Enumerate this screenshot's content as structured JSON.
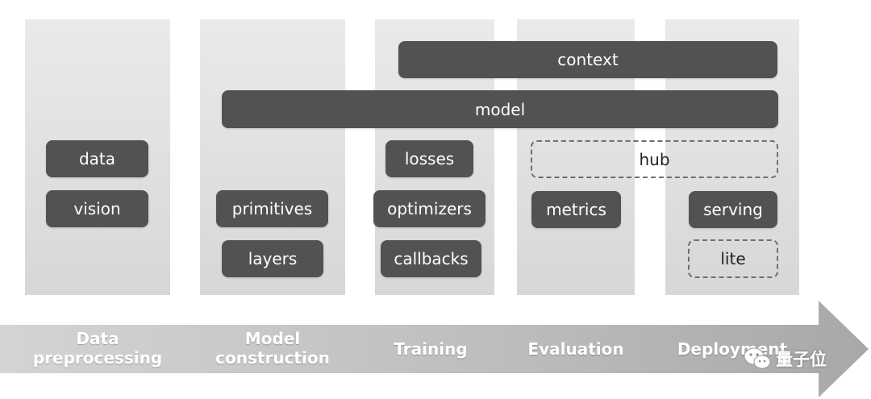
{
  "modules": {
    "context": "context",
    "model": "model",
    "data": "data",
    "vision": "vision",
    "primitives": "primitives",
    "layers": "layers",
    "losses": "losses",
    "optimizers": "optimizers",
    "callbacks": "callbacks",
    "hub": "hub",
    "metrics": "metrics",
    "serving": "serving",
    "lite": "lite"
  },
  "stages": {
    "data_preprocessing": "Data\npreprocessing",
    "model_construction": "Model\nconstruction",
    "training": "Training",
    "evaluation": "Evaluation",
    "deployment": "Deployment"
  },
  "watermark": {
    "text": "量子位",
    "icon": "wechat-icon"
  },
  "colors": {
    "module_fill": "#525252",
    "column_fill": "#e0e0e0",
    "arrow_fill": "#c4c4c4"
  }
}
